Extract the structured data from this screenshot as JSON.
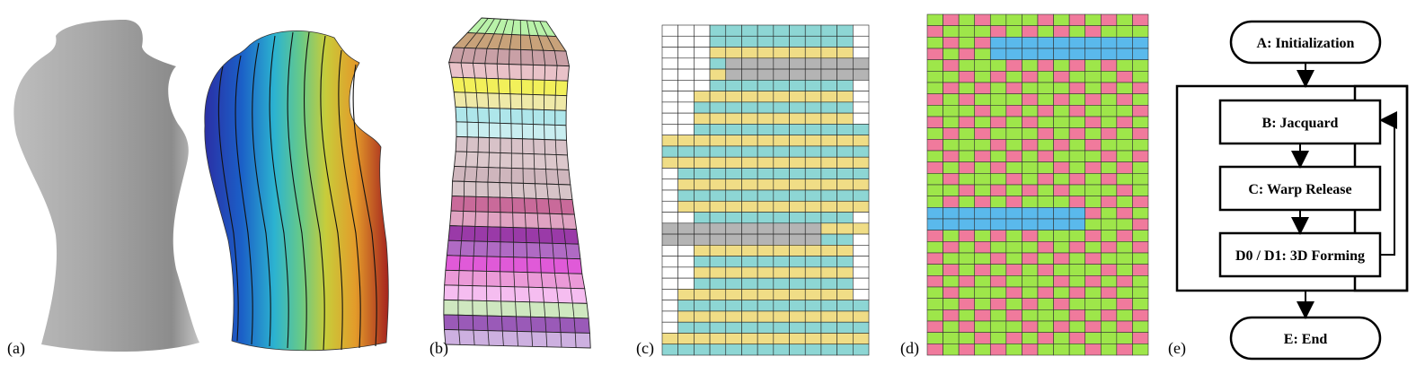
{
  "panels": {
    "a": {
      "label": "(a)"
    },
    "b": {
      "label": "(b)"
    },
    "c": {
      "label": "(c)"
    },
    "d": {
      "label": "(d)"
    },
    "e": {
      "label": "(e)"
    }
  },
  "colors": {
    "teal": "#8dd6d4",
    "yellow": "#f0dd86",
    "gray": "#b4b4b4",
    "white": "#ffffff",
    "green": "#9ee64a",
    "pink": "#f07a9c",
    "blue": "#5ab9ec"
  },
  "grid_c": {
    "cols": 13,
    "rows": 30,
    "rows_spec": [
      "W W W T T T T T T T T T W",
      "W W W T T T T T T T T T W",
      "W W W Y Y Y Y Y Y Y Y Y W",
      "W W W T G G G G G G G G G",
      "W W W Y G G G G G G G G G",
      "W W W T T T T T T T T T W",
      "W W Y Y Y Y Y Y Y Y Y Y W",
      "W W T T T T T T T T T T W",
      "W W Y Y Y Y Y Y Y Y Y Y W",
      "W W T T T T T T T T T T T",
      "Y Y Y Y Y Y Y Y Y Y Y Y Y",
      "T T T T T T T T T T T T T",
      "Y Y Y Y Y Y Y Y Y Y Y Y Y",
      "W T T T T T T T T T T T T",
      "W Y Y Y Y Y Y Y Y Y Y Y Y",
      "W T T T T T T T T T T T T",
      "W Y Y Y Y Y Y Y Y Y Y Y Y",
      "W W T T T T T T T T T T W",
      "G G G G G G G G G G Y Y Y",
      "G G G G G G G G G G T T W",
      "W W Y Y Y Y Y Y Y Y Y Y W",
      "W W T T T T T T T T T T W",
      "W W Y Y Y Y Y Y Y Y Y Y W",
      "W W T T T T T T T T T T W",
      "W Y Y Y Y Y Y Y Y Y Y Y W",
      "W T T T T T T T T T T T T",
      "W Y Y Y Y Y Y Y Y Y Y Y Y",
      "W T T T T T T T T T T T T",
      "Y Y Y Y Y Y Y Y Y Y Y Y Y",
      "T T T T T T T T T T T T T"
    ]
  },
  "grid_d": {
    "cols": 14,
    "rows": 30,
    "blue_rows": [
      {
        "row": 2,
        "from": 4,
        "to": 13
      },
      {
        "row": 3,
        "from": 4,
        "to": 13
      },
      {
        "row": 17,
        "from": 0,
        "to": 9
      },
      {
        "row": 18,
        "from": 0,
        "to": 9
      }
    ]
  },
  "flowchart": {
    "nodes": {
      "A": "A: Initialization",
      "B": "B: Jacquard",
      "C": "C: Warp Release",
      "D": "D0 / D1: 3D Forming",
      "E": "E: End"
    }
  }
}
